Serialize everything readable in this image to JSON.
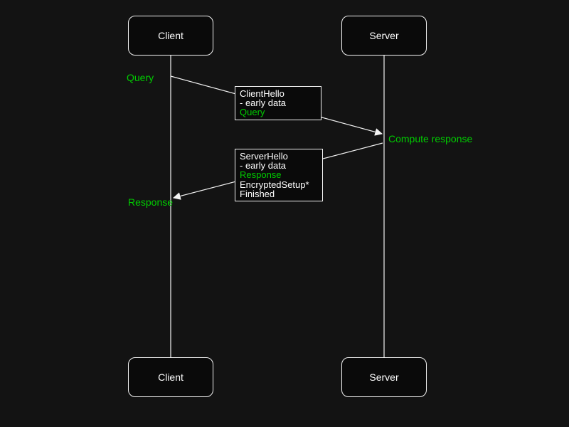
{
  "diagram": {
    "title": "client-server early-data sequence",
    "actors": {
      "client_top": "Client",
      "server_top": "Server",
      "client_bottom": "Client",
      "server_bottom": "Server"
    },
    "annotations": {
      "query": "Query",
      "compute_response": "Compute response",
      "response": "Response"
    },
    "messages": {
      "client_hello": {
        "lines": [
          "ClientHello",
          "- early data",
          "Query"
        ]
      },
      "server_hello": {
        "lines": [
          "ServerHello",
          "- early data",
          "Response",
          "EncryptedSetup*",
          "Finished"
        ]
      }
    }
  },
  "colors": {
    "background": "#131313",
    "box_fill": "#0a0a0a",
    "stroke": "#f2f2f2",
    "text": "#ffffff",
    "accent_green": "#00cc00"
  }
}
